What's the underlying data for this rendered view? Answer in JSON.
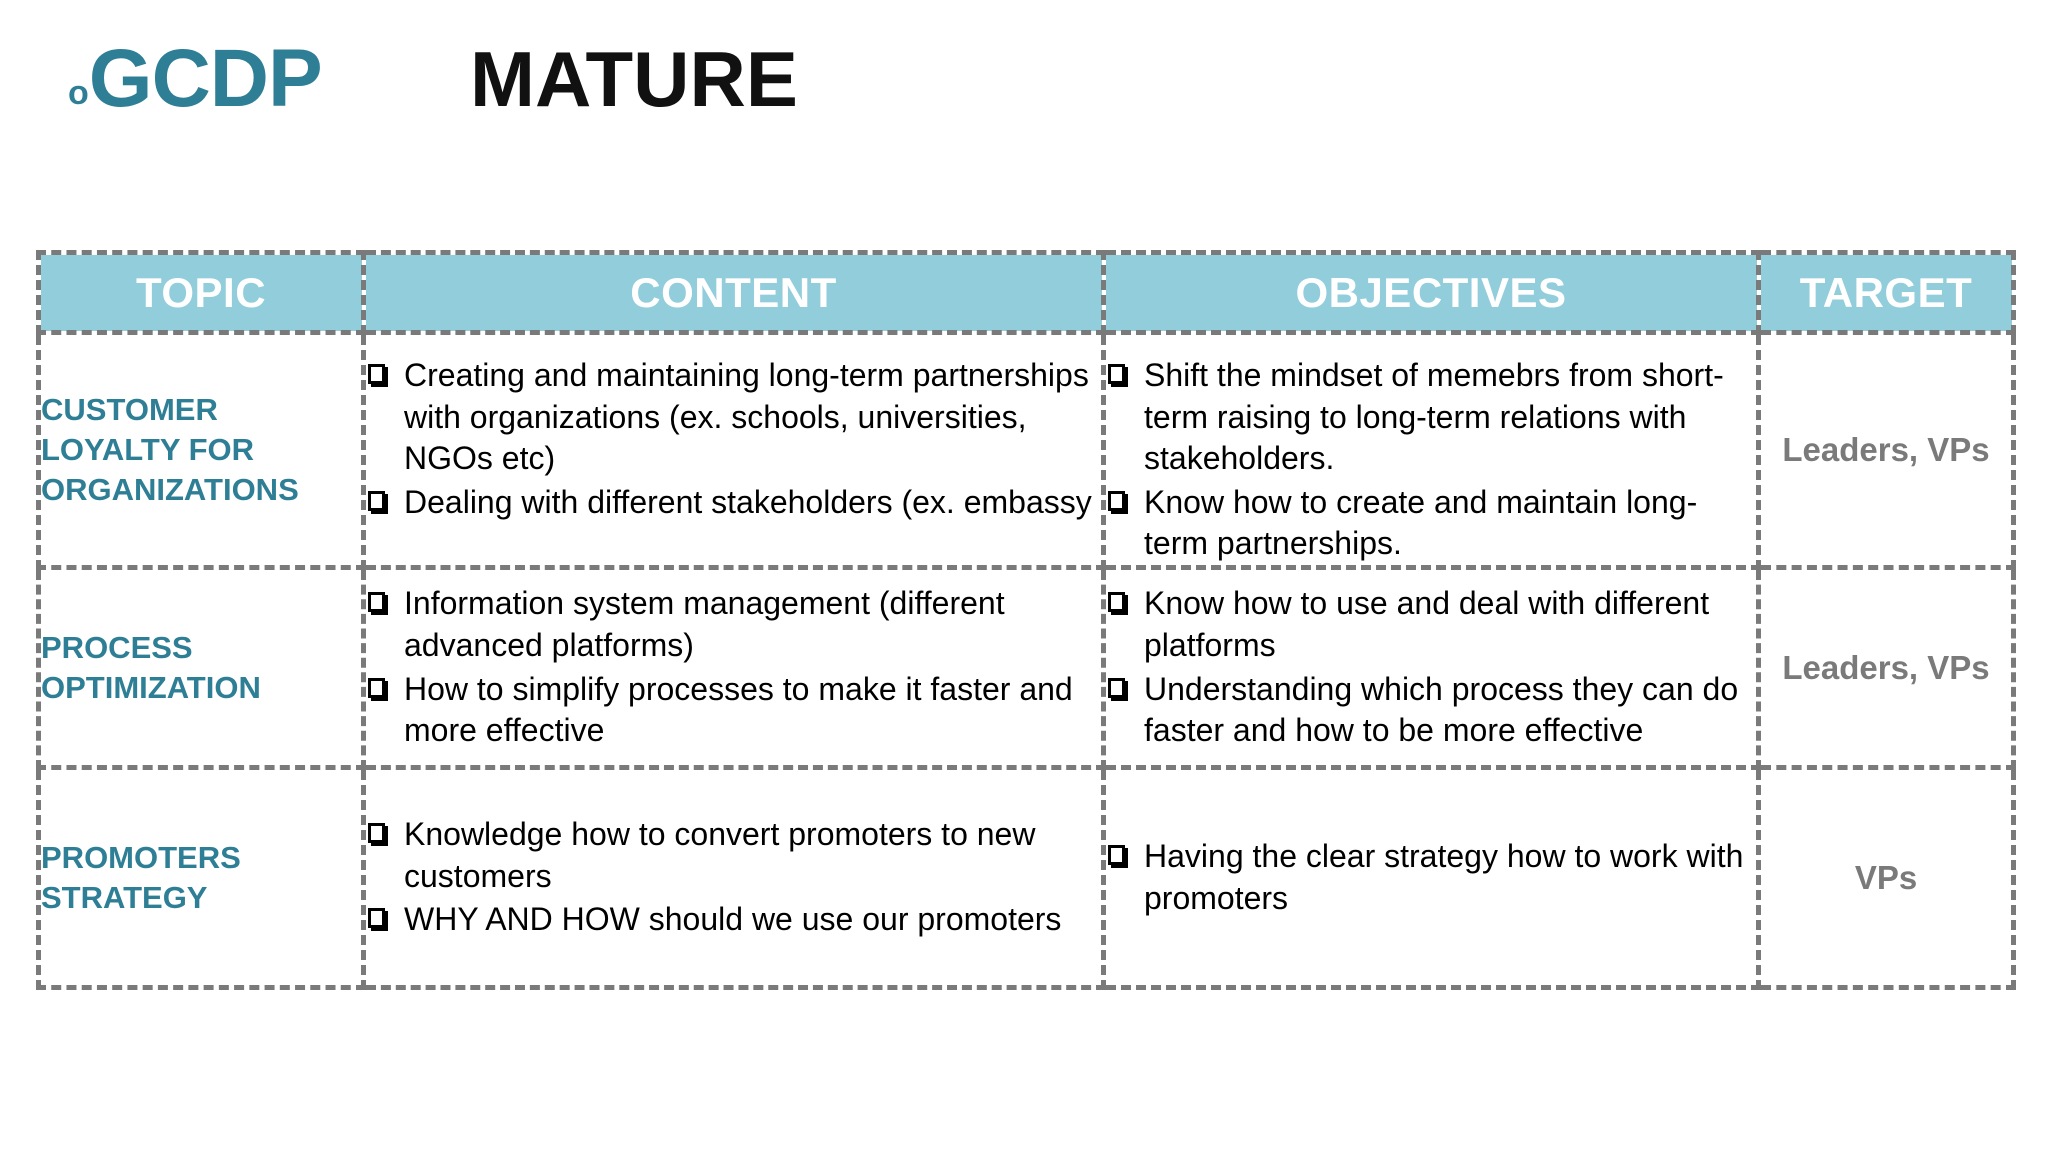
{
  "header": {
    "logo_prefix": "o",
    "logo_main": "GCDP",
    "title": "MATURE"
  },
  "colors": {
    "brand_teal": "#2E7F96",
    "header_blue": "#92CDDC",
    "border_gray": "#7a7a7a",
    "target_gray": "#7a7a7a",
    "body_black": "#000000"
  },
  "table": {
    "columns": [
      {
        "key": "topic",
        "label": "TOPIC"
      },
      {
        "key": "content",
        "label": "CONTENT"
      },
      {
        "key": "objectives",
        "label": "OBJECTIVES"
      },
      {
        "key": "target",
        "label": "TARGET"
      }
    ],
    "rows": [
      {
        "topic": "CUSTOMER LOYALTY FOR ORGANIZATIONS",
        "content": [
          "Creating and maintaining long-term partnerships with organizations (ex. schools, universities, NGOs etc)",
          "Dealing with different stakeholders (ex. embassy"
        ],
        "objectives": [
          "Shift the mindset of memebrs from short-term raising to long-term relations with stakeholders.",
          "Know how to create and maintain long-term partnerships."
        ],
        "target": "Leaders, VPs"
      },
      {
        "topic": "PROCESS OPTIMIZATION",
        "content": [
          "Information system management (different advanced platforms)",
          "How to simplify processes to make it faster and more effective"
        ],
        "objectives": [
          "Know how to use and deal with different platforms",
          "Understanding which process they can do faster and how to be more effective"
        ],
        "target": "Leaders, VPs"
      },
      {
        "topic": "PROMOTERS STRATEGY",
        "content": [
          "Knowledge how to convert promoters to new customers",
          "WHY AND HOW should we use our promoters"
        ],
        "objectives": [
          "Having the clear strategy how to work with promoters"
        ],
        "target": "VPs"
      }
    ]
  }
}
